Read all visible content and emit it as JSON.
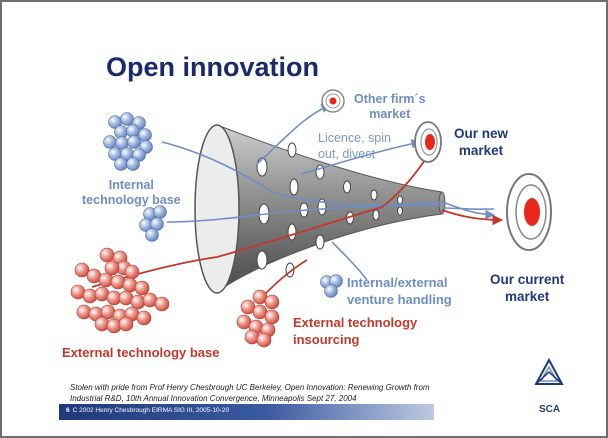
{
  "title": "Open innovation",
  "labels": {
    "other_firms_market": [
      "Other firm´s",
      "market"
    ],
    "licence": [
      "Licence, spin",
      "out, divest"
    ],
    "our_new_market": [
      "Our new",
      "market"
    ],
    "internal_tech_base": [
      "Internal",
      "technology base"
    ],
    "internal_external_venture": [
      "Internal/external",
      "venture handling"
    ],
    "our_current_market": [
      "Our current",
      "market"
    ],
    "external_tech_insourcing": [
      "External technology",
      "insourcing"
    ],
    "external_tech_base": "External technology base"
  },
  "credit": [
    "Stolen with pride from Prof Henry Chesbrough UC Berkeley, Open Innovation: Renewing Growth from",
    "Industrial R&D, 10th Annual  Innovation Convergence, Minneapolis Sept 27, 2004"
  ],
  "footer": {
    "page_number": "6",
    "text": "C 2002 Henry Chesbrough   EIRMA SIG III, 2005-10-20"
  },
  "logo": {
    "text": "SCA"
  },
  "colors": {
    "title": "#1a2a6c",
    "blue_label": "#6f8ec4",
    "navy_label": "#1f3a7a",
    "red_label": "#c0392b",
    "target_red": "#e8261d",
    "funnel_gray": "#7a7a7a",
    "footer_bar": "#1f3a7a"
  }
}
